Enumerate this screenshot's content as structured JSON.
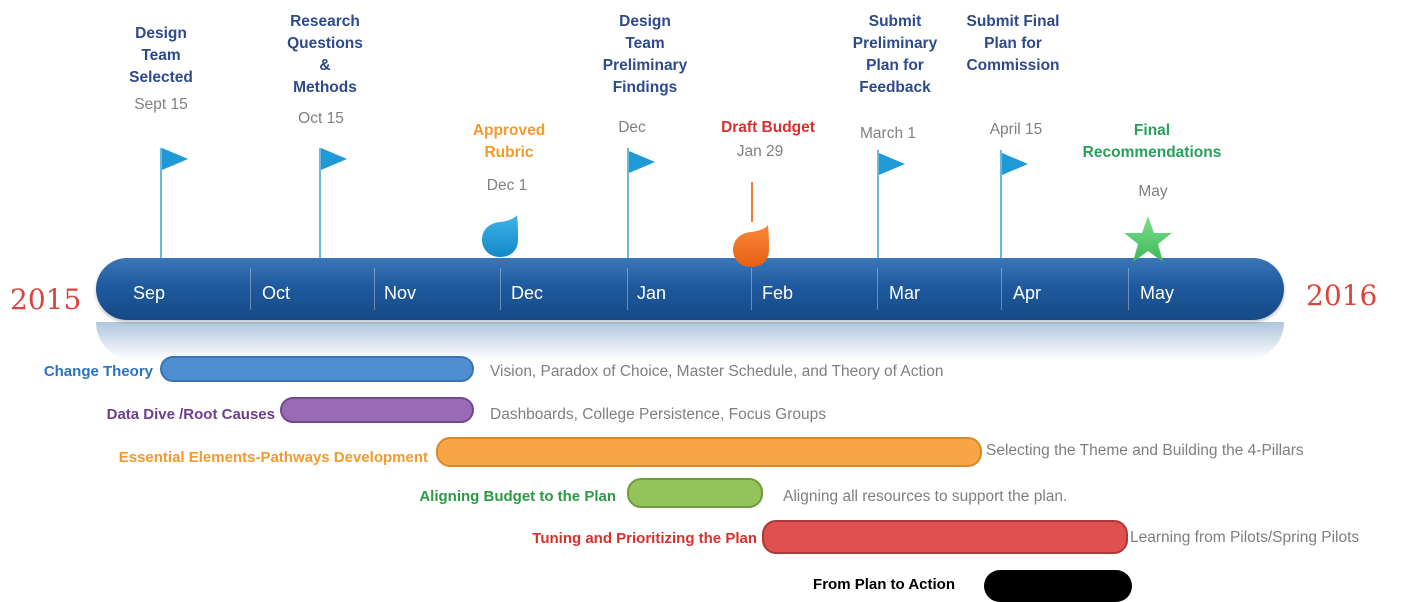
{
  "years": {
    "start": "2015",
    "end": "2016"
  },
  "months": [
    "Sep",
    "Oct",
    "Nov",
    "Dec",
    "Jan",
    "Feb",
    "Mar",
    "Apr",
    "May"
  ],
  "milestones": [
    {
      "title": "Design\nTeam\nSelected",
      "date": "Sept 15",
      "color": "#2e4a8a"
    },
    {
      "title": "Research\nQuestions\n&\nMethods",
      "date": "Oct 15",
      "color": "#2e4a8a"
    },
    {
      "title": "Approved\nRubric",
      "date": "Dec 1",
      "color": "#f39a2b"
    },
    {
      "title": "Design\nTeam\nPreliminary\nFindings",
      "date": "Dec",
      "color": "#2e4a8a"
    },
    {
      "title": "Draft Budget",
      "date": "Jan 29",
      "color": "#d9302c"
    },
    {
      "title": "Submit\nPreliminary\nPlan for\nFeedback",
      "date": "March 1",
      "color": "#2e4a8a"
    },
    {
      "title": "Submit Final\nPlan for\nCommission",
      "date": "April 15",
      "color": "#2e4a8a"
    },
    {
      "title": "Final\nRecommendations",
      "date": "May",
      "color": "#27a05a"
    }
  ],
  "tracks": [
    {
      "label": "Change Theory",
      "desc": "Vision, Paradox of Choice, Master Schedule, and Theory of Action",
      "label_color": "#2a73bd",
      "bar_color": "#4f8fd1",
      "border_color": "#3b73b0"
    },
    {
      "label": "Data Dive /Root Causes",
      "desc": "Dashboards, College Persistence, Focus Groups",
      "label_color": "#6b3e8f",
      "bar_color": "#9a6bb5",
      "border_color": "#6f4a8e"
    },
    {
      "label": "Essential Elements-Pathways Development",
      "desc": "Selecting the Theme and Building the 4-Pillars",
      "label_color": "#f39a2b",
      "bar_color": "#f8a545",
      "border_color": "#d88a2a"
    },
    {
      "label": "Aligning Budget to the Plan",
      "desc": "Aligning all resources to support the plan.",
      "label_color": "#2b9a45",
      "bar_color": "#93c35a",
      "border_color": "#6f9c3c"
    },
    {
      "label": "Tuning and Prioritizing  the Plan",
      "desc": "Learning from Pilots/Spring Pilots",
      "label_color": "#d9302c",
      "bar_color": "#df5050",
      "border_color": "#b03838"
    },
    {
      "label": "From Plan to Action",
      "desc": "",
      "label_color": "#000000",
      "bar_color": "#000000",
      "border_color": "#000000"
    }
  ]
}
